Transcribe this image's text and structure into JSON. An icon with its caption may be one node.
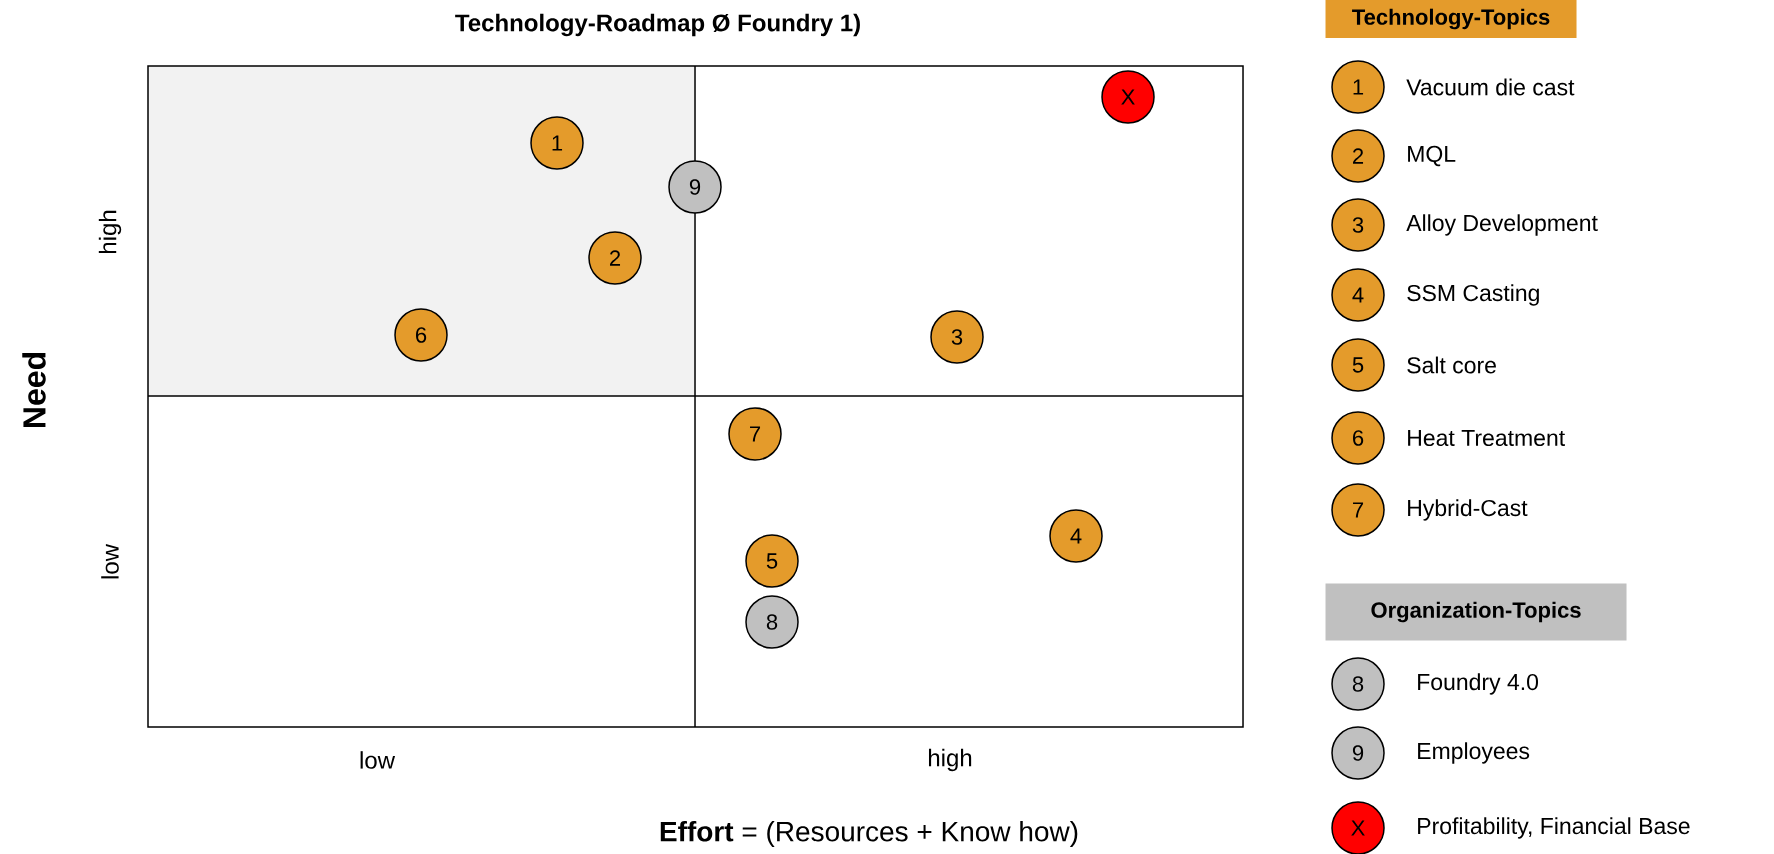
{
  "diagram": {
    "title": "Technology-Roadmap Ø Foundry 1)",
    "nodes": [
      {
        "text": [
          "X"
        ]
      },
      {
        "text": [
          "1"
        ]
      },
      {
        "text": [
          "9"
        ]
      },
      {
        "text": [
          "2"
        ]
      },
      {
        "text": [
          "6"
        ]
      },
      {
        "text": [
          "3"
        ]
      },
      {
        "text": [
          "7"
        ]
      },
      {
        "text": [
          "4"
        ]
      },
      {
        "text": [
          "5"
        ]
      },
      {
        "text": [
          "8"
        ]
      },
      {
        "text": [
          "Technology-Topics"
        ]
      },
      {
        "text": [
          "1"
        ],
        "beside": [
          "Vacuum die cast"
        ]
      },
      {
        "text": [
          "2"
        ],
        "beside": [
          "MQL"
        ]
      },
      {
        "text": [
          "3"
        ],
        "beside": [
          "Alloy Development"
        ]
      },
      {
        "text": [
          "4"
        ],
        "beside": [
          "SSM Casting"
        ]
      },
      {
        "text": [
          "5"
        ],
        "beside": [
          "Salt core"
        ]
      },
      {
        "text": [
          "6"
        ],
        "beside": [
          "Heat Treatment"
        ]
      },
      {
        "text": [
          "7"
        ],
        "beside": [
          "Hybrid-Cast"
        ]
      },
      {
        "text": [
          "Organization-Topics"
        ]
      },
      {
        "text": [
          "8"
        ],
        "beside": [
          "Foundry 4.0"
        ]
      },
      {
        "text": [
          "9"
        ],
        "beside": [
          "Employees"
        ]
      },
      {
        "text": [
          "X"
        ],
        "beside": [
          "Profitability, Financial Base"
        ]
      }
    ],
    "labels": [
      "high",
      "low",
      "Need",
      "low",
      "high",
      "**Effort** = (Resources + Know how)"
    ]
  }
}
